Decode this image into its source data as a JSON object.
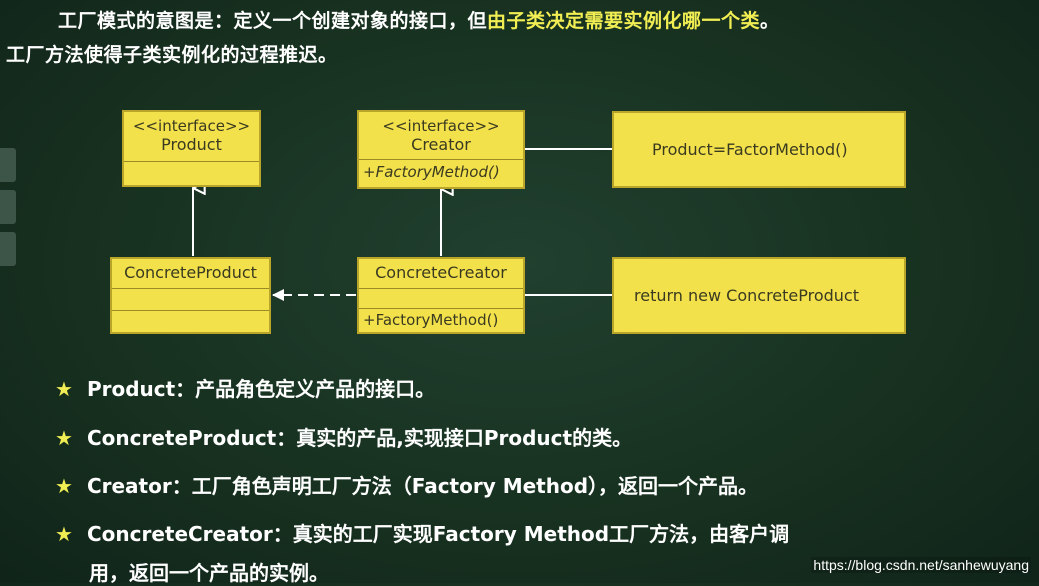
{
  "header": {
    "line1_prefix": "工厂模式的意图是：定义一个创建对象的接口，但",
    "line1_highlight": "由子类决定需要实例化哪一个类",
    "line1_suffix": "。",
    "line2": "工厂方法使得子类实例化的过程推迟。"
  },
  "diagram": {
    "product": {
      "stereotype": "<<interface>>",
      "name": "Product"
    },
    "creator": {
      "stereotype": "<<interface>>",
      "name": "Creator",
      "operation": "+FactoryMethod()"
    },
    "concrete_product": {
      "name": "ConcreteProduct"
    },
    "concrete_creator": {
      "name": "ConcreteCreator",
      "operation": "+FactoryMethod()"
    },
    "note_creator": "Product=FactorMethod()",
    "note_concrete_creator": "return new ConcreteProduct"
  },
  "bullets": [
    {
      "star": "★",
      "text": "Product：产品角色定义产品的接口。"
    },
    {
      "star": "★",
      "text": "ConcreteProduct：真实的产品,实现接口Product的类。"
    },
    {
      "star": "★",
      "text": "Creator：工厂角色声明工厂方法（Factory Method），返回一个产品。"
    },
    {
      "star": "★",
      "text": "ConcreteCreator：真实的工厂实现Factory Method工厂方法，由客户调"
    },
    {
      "star": "",
      "text": "用，返回一个产品的实例。"
    }
  ],
  "watermark": "https://blog.csdn.net/sanhewuyang",
  "colors": {
    "background": "#17301f",
    "box_fill": "#f3e14b",
    "highlight": "#f1ee53"
  }
}
